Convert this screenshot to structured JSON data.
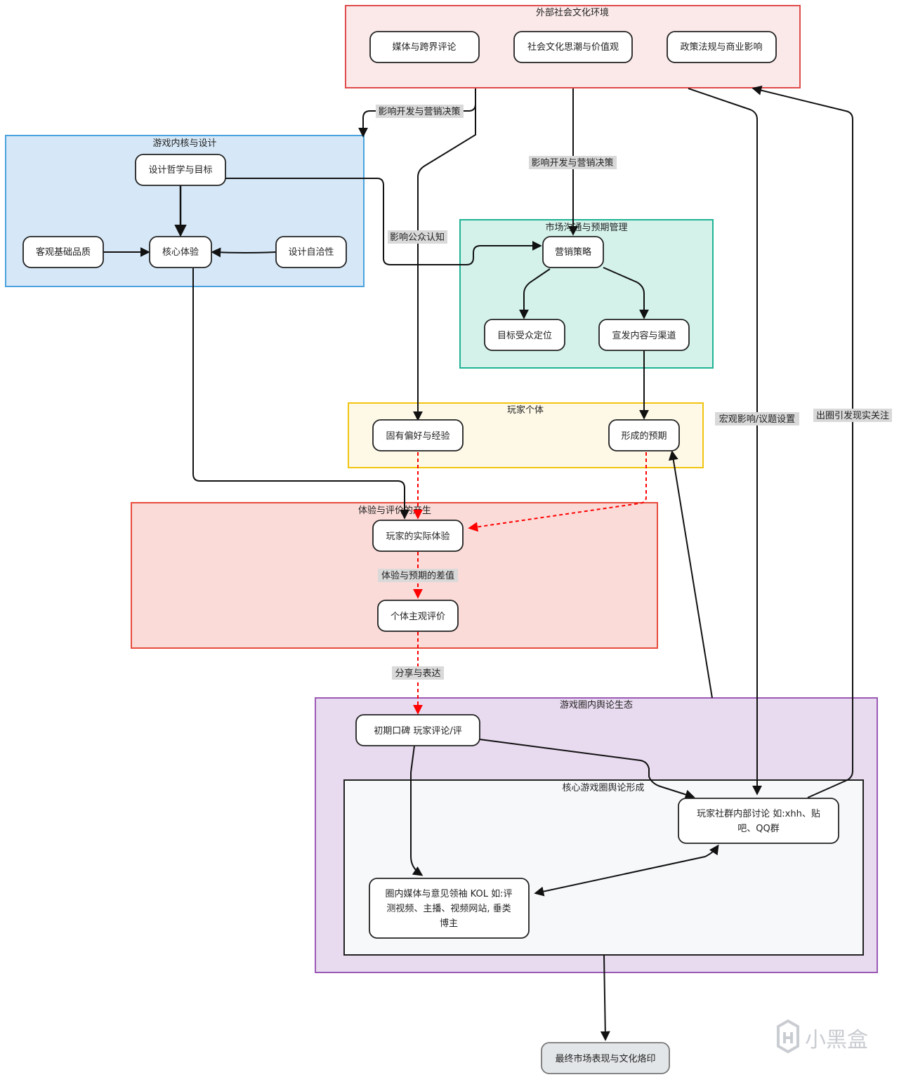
{
  "groups": {
    "external": {
      "title": "外部社会文化环境",
      "fill": "#fbe9e9",
      "stroke": "#e04b4b"
    },
    "core": {
      "title": "游戏内核与设计",
      "fill": "#d6e8f7",
      "stroke": "#4aa3df"
    },
    "market": {
      "title": "市场沟通与预期管理",
      "fill": "#d4f2ea",
      "stroke": "#1fb394"
    },
    "player": {
      "title": "玩家个体",
      "fill": "#fef9e7",
      "stroke": "#f1c40f"
    },
    "experience": {
      "title": "体验与评价的产生",
      "fill": "#fadbd8",
      "stroke": "#e74c3c"
    },
    "ecosystem": {
      "title": "游戏圈内舆论生态",
      "fill": "#e8daef",
      "stroke": "#9b59b6"
    },
    "core_opinion": {
      "title": "核心游戏圈舆论形成",
      "fill": "#f7f8fa",
      "stroke": "#222222"
    }
  },
  "nodes": {
    "media_crossover": "媒体与跨界评论",
    "social_trends": "社会文化思潮与价值观",
    "policy_commerce": "政策法规与商业影响",
    "design_philosophy": "设计哲学与目标",
    "base_quality": "客观基础品质",
    "core_experience": "核心体验",
    "design_consistency": "设计自洽性",
    "marketing_strategy": "营销策略",
    "target_audience": "目标受众定位",
    "promo_channels": "宣发内容与渠道",
    "inherent_preference": "固有偏好与经验",
    "formed_expectation": "形成的预期",
    "actual_experience": "玩家的实际体验",
    "subjective_review": "个体主观评价",
    "early_word_of_mouth": "初期口碑 玩家评论/评",
    "community_discussion": [
      "玩家社群内部讨论 如:xhh、贴",
      "吧、QQ群"
    ],
    "kol_media": [
      "圈内媒体与意见领袖 KOL 如:评",
      "测视频、主播、视频网站, 垂类",
      "博主"
    ],
    "final_outcome": "最终市场表现与文化烙印"
  },
  "edge_labels": {
    "influence_dev_marketing_1": "影响开发与营销决策",
    "influence_dev_marketing_2": "影响开发与营销决策",
    "influence_public_perception": "影响公众认知",
    "macro_influence": "宏观影响/议题设置",
    "breakout_attention": "出圈引发现实关注",
    "experience_gap": "体验与预期的差值",
    "share_express": "分享与表达"
  },
  "watermark": "小黑盒",
  "colors": {
    "edge_black": "#111111",
    "edge_red": "#ff0000",
    "label_bg": "#d9d9d9",
    "final_fill": "#e3e6e8"
  }
}
